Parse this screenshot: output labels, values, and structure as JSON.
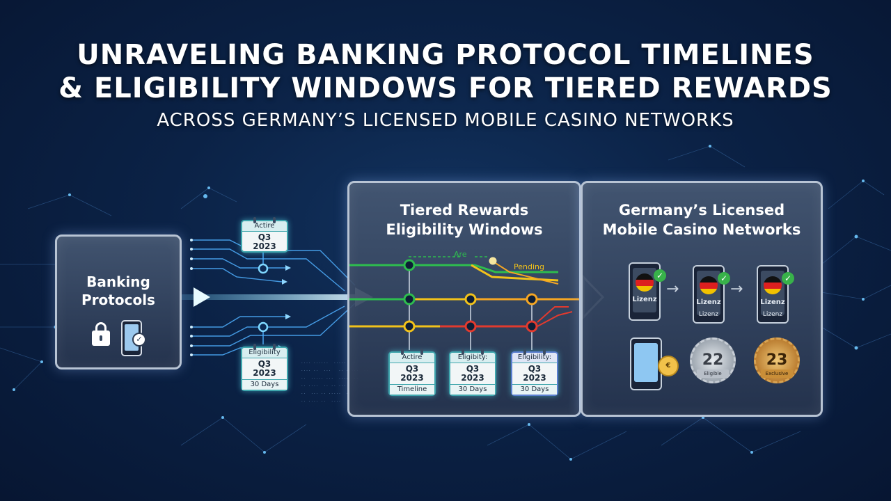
{
  "header": {
    "title_line1": "UNRAVELING BANKING PROTOCOL TIMELINES",
    "title_line2": "& ELIGIBILITY WINDOWS FOR TIERED REWARDS",
    "subtitle": "ACROSS GERMANY’S LICENSED MOBILE CASINO NETWORKS"
  },
  "banking": {
    "title": "Banking\nProtocols",
    "icons": [
      "lock-icon",
      "phone-check-icon"
    ]
  },
  "flow_calendars": [
    {
      "head": "Actire",
      "quarter": "Q3",
      "year": "2023",
      "foot": ""
    },
    {
      "head": "Eligibility",
      "quarter": "Q3",
      "year": "2023",
      "foot": "30 Days"
    }
  ],
  "rewards": {
    "title": "Tiered Rewards\nEligibility Windows",
    "line_labels": {
      "top": "Are",
      "pending": "Pending"
    },
    "calendars": [
      {
        "head": "Actire",
        "quarter": "Q3",
        "year": "2023",
        "foot": "Timeline"
      },
      {
        "head": "Eligibity:",
        "quarter": "Q3",
        "year": "2023",
        "foot": "30 Days"
      },
      {
        "head": "Eligibility:",
        "quarter": "Q3",
        "year": "2023",
        "foot": "30 Days"
      }
    ],
    "colors": {
      "green": "#2ebd4e",
      "yellow": "#f2c21a",
      "orange": "#f5a623",
      "red": "#e23a2e"
    }
  },
  "networks": {
    "title": "Germany’s Licensed\nMobile Casino Networks",
    "phones": [
      {
        "label": "Lizenz",
        "sublabel": ""
      },
      {
        "label": "Lizenz",
        "sublabel": "Lizenz"
      },
      {
        "label": "Lizenz",
        "sublabel": "Lizenz"
      }
    ],
    "badges": [
      {
        "number": "22",
        "ribbon": "Eligible",
        "tier": "silver"
      },
      {
        "number": "23",
        "ribbon": "Exclusive",
        "tier": "gold"
      }
    ],
    "coin_label": "€"
  }
}
